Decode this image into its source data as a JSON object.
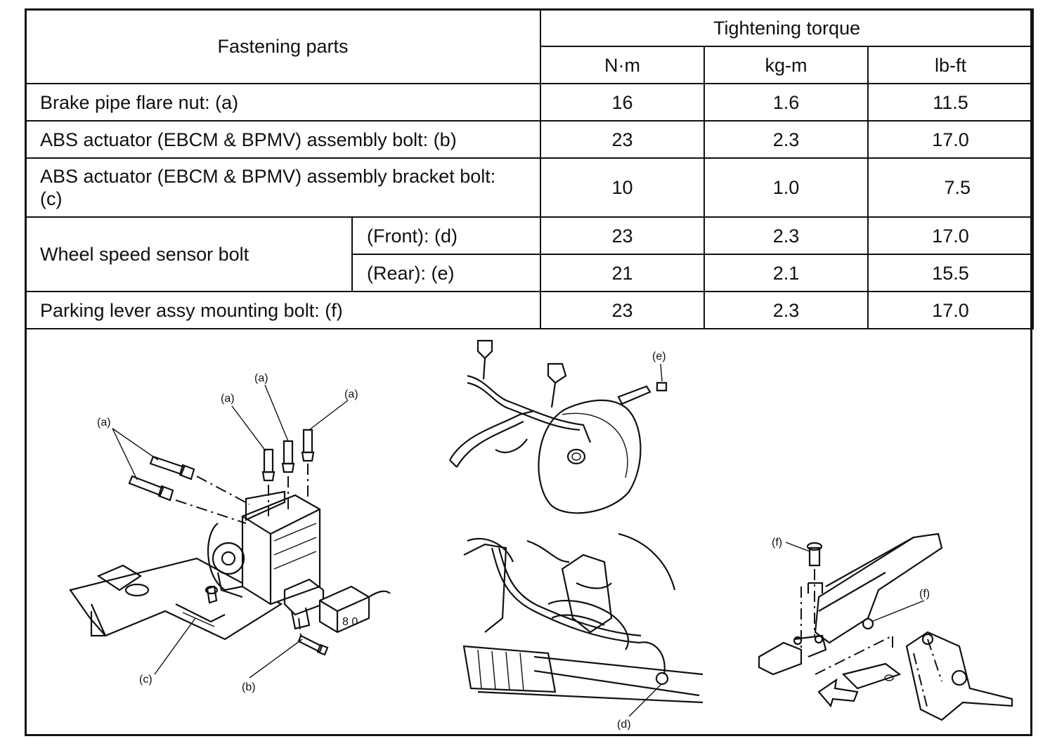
{
  "table": {
    "header_fastening": "Fastening parts",
    "header_torque": "Tightening torque",
    "unit_nm": "N·m",
    "unit_kgm": "kg-m",
    "unit_lbft": "lb-ft",
    "rows": [
      {
        "part": "Brake pipe flare nut: (a)",
        "nm": "16",
        "kgm": "1.6",
        "lbft": "11.5"
      },
      {
        "part": "ABS actuator (EBCM & BPMV) assembly bolt: (b)",
        "nm": "23",
        "kgm": "2.3",
        "lbft": "17.0"
      },
      {
        "part": "ABS actuator (EBCM & BPMV) assembly bracket bolt: (c)",
        "nm": "10",
        "kgm": "1.0",
        "lbft": "7.5"
      }
    ],
    "wheel_sensor": {
      "part": "Wheel speed sensor bolt",
      "front": {
        "sub": "(Front): (d)",
        "nm": "23",
        "kgm": "2.3",
        "lbft": "17.0"
      },
      "rear": {
        "sub": "(Rear): (e)",
        "nm": "21",
        "kgm": "2.1",
        "lbft": "15.5"
      }
    },
    "parking": {
      "part": "Parking lever assy mounting bolt: (f)",
      "nm": "23",
      "kgm": "2.3",
      "lbft": "17.0"
    }
  },
  "callouts": {
    "a": "(a)",
    "b": "(b)",
    "c": "(c)",
    "d": "(d)",
    "e": "(e)",
    "f": "(f)"
  },
  "connector_marking": "8 0"
}
